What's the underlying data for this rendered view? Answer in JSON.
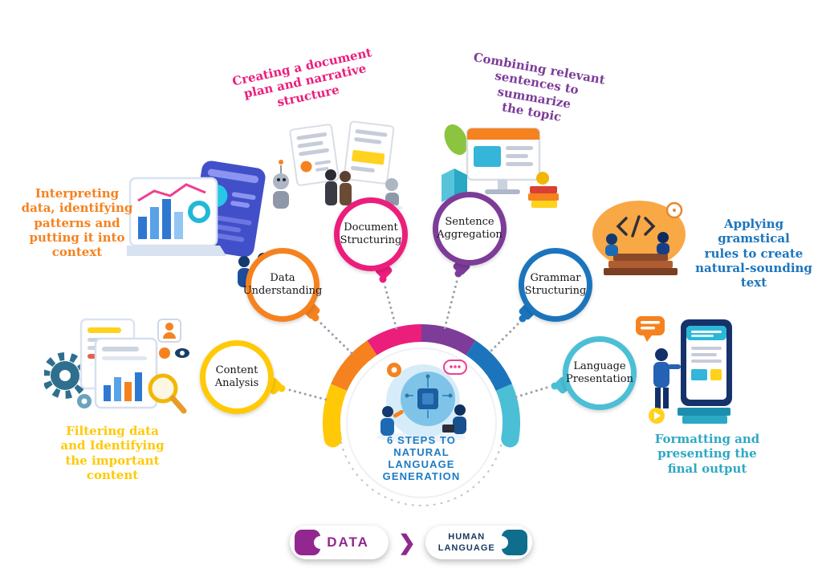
{
  "center": {
    "title": "6 STEPS TO\nNATURAL\nLANGUAGE\nGENERATION"
  },
  "steps": [
    {
      "id": "content-analysis",
      "label": "Content\nAnalysis",
      "color": "#FFC907",
      "description": "Filtering data\nand Identifying\nthe important\ncontent"
    },
    {
      "id": "data-understanding",
      "label": "Data\nUnderstanding",
      "color": "#F5821F",
      "description": "Interpreting\ndata, identifying\npatterns and\nputting it into\ncontext"
    },
    {
      "id": "document-structuring",
      "label": "Document\nStructuring",
      "color": "#EC1E7C",
      "description": "Creating a document\nplan and narrative\nstructure"
    },
    {
      "id": "sentence-aggregation",
      "label": "Sentence\nAggregation",
      "color": "#7C3C98",
      "description": "Combining relevant\nsentences to summarize\nthe topic"
    },
    {
      "id": "grammar-structuring",
      "label": "Grammar\nStructuring",
      "color": "#1C75BC",
      "description": "Applying gramstical\nrules to create\nnatural-sounding\ntext"
    },
    {
      "id": "language-presentation",
      "label": "Language\nPresentation",
      "color": "#4BBFD6",
      "description": "Formatting and\npresenting the\nfinal output"
    }
  ],
  "legend": {
    "data_label": "DATA",
    "data_color": "#92278F",
    "arrow": "❯",
    "human_label": "HUMAN\nLANGUAGE",
    "human_text_color": "#17375E",
    "human_icon_color": "#0F6E8C"
  }
}
